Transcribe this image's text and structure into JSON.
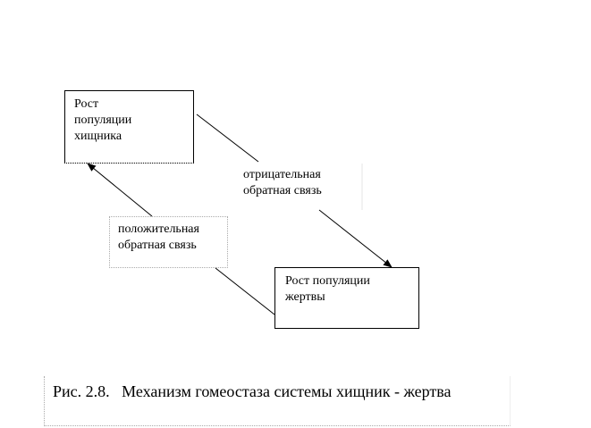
{
  "diagram": {
    "predator_box": {
      "lines": [
        "Рост",
        "популяции",
        "хищника"
      ]
    },
    "prey_box": {
      "lines": [
        "Рост популяции",
        "жертвы"
      ]
    },
    "negative_feedback": {
      "lines": [
        "отрицательная",
        "обратная связь"
      ]
    },
    "positive_feedback": {
      "lines": [
        "положительная",
        "обратная связь"
      ]
    }
  },
  "caption": "Рис. 2.8.   Механизм гомеостаза системы хищник - жертва"
}
